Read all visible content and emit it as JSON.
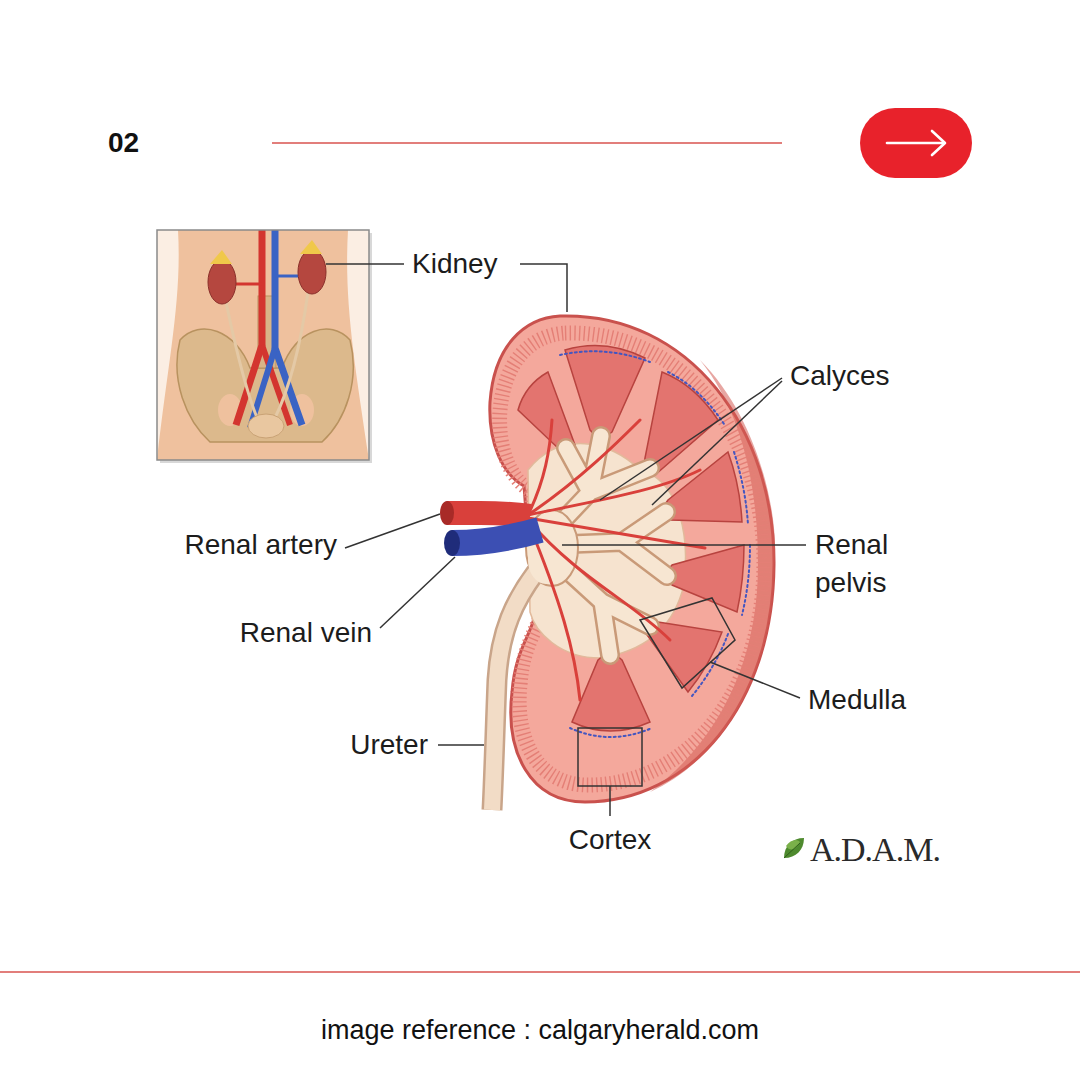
{
  "diagram": {
    "caption": "image reference : calgaryherald.com",
    "labels": [
      "02",
      "Kidney",
      "Calyces",
      "Renal artery",
      "Renal pelvis",
      "Renal vein",
      "Medulla",
      "Ureter",
      "Cortex",
      "A.D.A.M."
    ]
  }
}
